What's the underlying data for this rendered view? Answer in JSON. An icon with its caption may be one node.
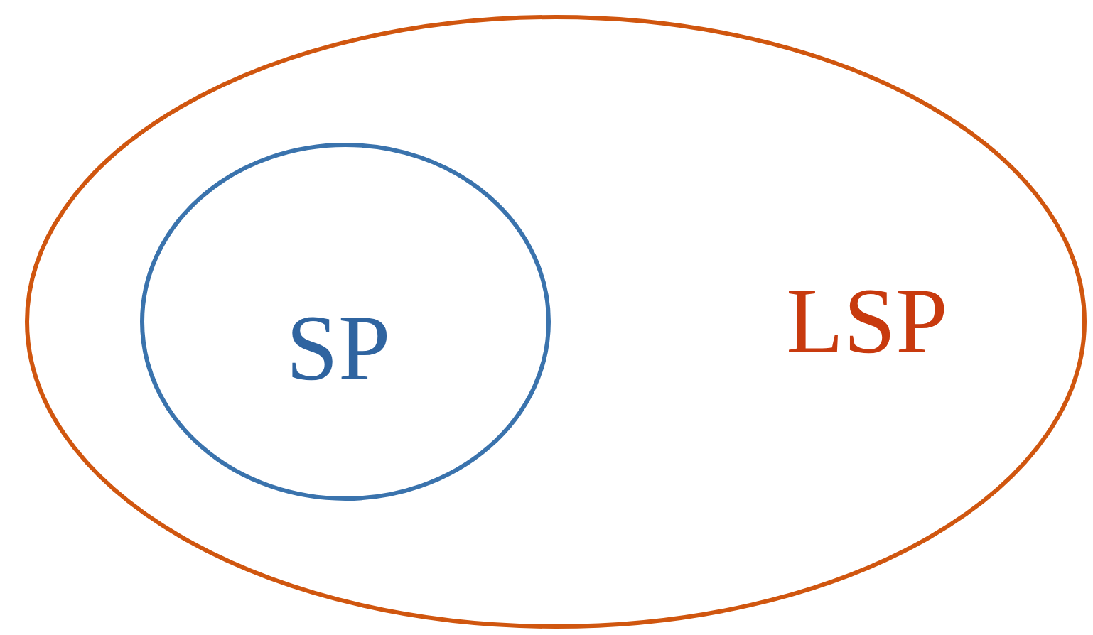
{
  "diagram": {
    "nodes": [
      {
        "text": [
          "LSP"
        ]
      },
      {
        "text": [
          "SP"
        ],
        "in": 0
      }
    ]
  }
}
